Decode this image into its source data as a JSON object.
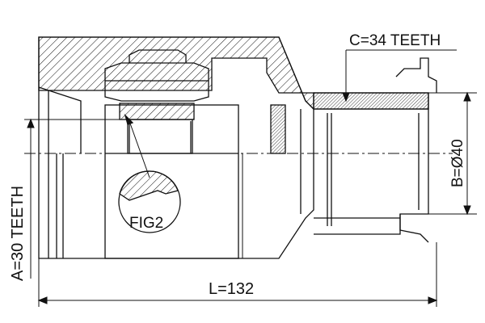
{
  "labels": {
    "length": "L=132",
    "diameter": "B=Ø40",
    "outer_teeth": "C=34 TEETH",
    "inner_teeth": "A=30 TEETH",
    "detail": "FIG2"
  },
  "colors": {
    "line": "#111111",
    "background": "#ffffff"
  }
}
